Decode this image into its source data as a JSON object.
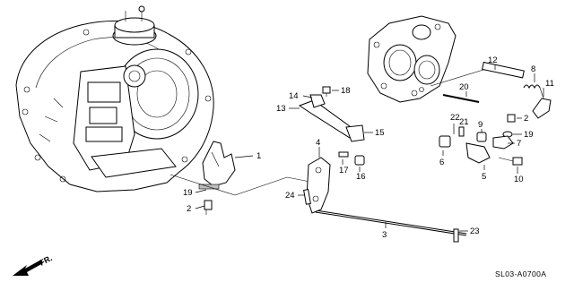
{
  "diagram": {
    "part_labels": [
      "1",
      "2",
      "3",
      "4",
      "5",
      "6",
      "7",
      "8",
      "9",
      "10",
      "11",
      "12",
      "13",
      "14",
      "15",
      "16",
      "17",
      "18",
      "19",
      "20",
      "21",
      "22",
      "23",
      "24",
      "19",
      "2"
    ],
    "direction_label": "FR.",
    "diagram_code": "SL03-A0700A"
  }
}
